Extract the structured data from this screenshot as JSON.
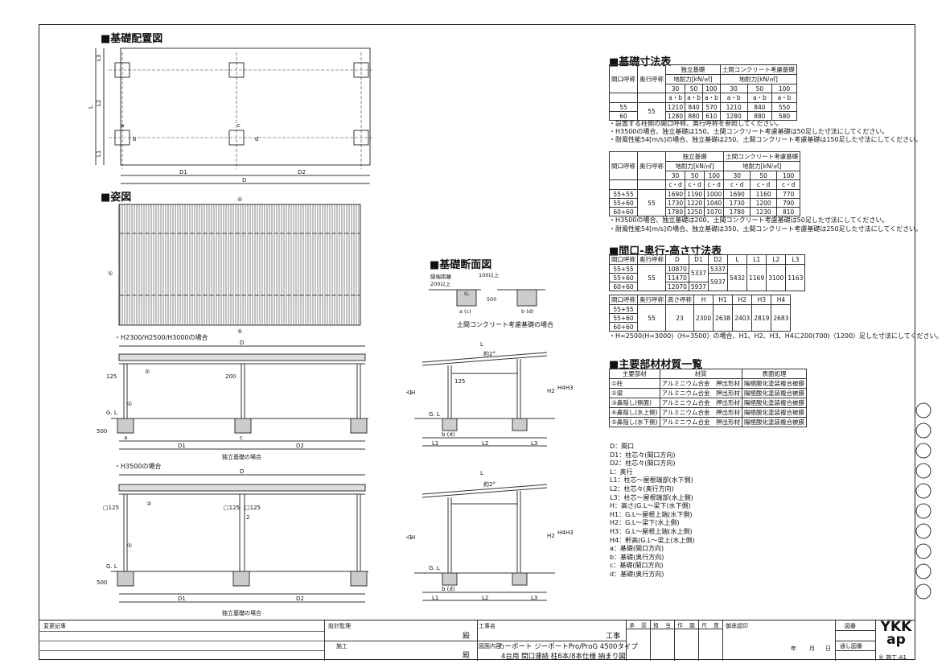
{
  "sections": {
    "foundation_layout": "基礎配置図",
    "elevation": "姿図",
    "foundation_section": "基礎断面図",
    "foundation_dims": "基礎寸法表",
    "opening_dims": "間口-奥行-高さ寸法表",
    "materials": "主要部材材質一覧"
  },
  "layout_labels": {
    "L3": "L3",
    "L2": "L2",
    "L1": "L1",
    "L": "L",
    "a": "a",
    "b": "b",
    "c": "c",
    "d": "d",
    "D1": "D1",
    "D2": "D2",
    "D": "D"
  },
  "elevation_labels": {
    "m1": "①",
    "m4": "④",
    "m5": "⑤",
    "case1": "・H2300/H2500/H3000の場合",
    "case2": "・H3500の場合",
    "dim125": "125",
    "dim200": "200",
    "dim500": "500",
    "sq125": "□125",
    "sq125b": "□125",
    "sq125c": "□125",
    "m2": "②",
    "two": "2",
    "GL": "G.  L",
    "found_case": "独立基礎の場合",
    "found_case2": "独立基礎の場合",
    "D1": "D1",
    "D2": "D2",
    "D": "D",
    "a": "a",
    "c": "c",
    "slope": "約2°",
    "H1": "H1",
    "H": "H",
    "H2": "H2",
    "H4": "H4",
    "H3": "H3",
    "L": "L",
    "L1": "L1",
    "L2": "L2",
    "L3": "L3",
    "bd": "b (d)"
  },
  "section_labels": {
    "edge": "縁端距離",
    "edge2": "200以上",
    "dim100": "100以上",
    "G": "G.",
    "dim500": "500",
    "ac": "a (c)",
    "bd": "b (d)",
    "caption": "土間コンクリート考慮基礎の場合"
  },
  "table1": {
    "h_indep": "独立基礎",
    "h_slab": "土間コンクリート考慮基礎",
    "h_width": "間口呼称",
    "h_depth": "奥行呼称",
    "h_bearing": "地耐力[kN/㎡]",
    "b30": "30",
    "b50": "50",
    "b100": "100",
    "ab": "a・b",
    "rows": [
      {
        "w": "55",
        "v": [
          "1210",
          "840",
          "570",
          "1210",
          "840",
          "550"
        ]
      },
      {
        "w": "60",
        "v": [
          "1280",
          "880",
          "610",
          "1280",
          "880",
          "580"
        ]
      }
    ],
    "depth": "55"
  },
  "notes1": [
    "・設置する柱側の間口呼称、奥行呼称を参照してください。",
    "・H3500の場合、独立基礎は150、土間コンクリート考慮基礎は50足した寸法にしてください。",
    "・耐風性能54[m/s]の場合、独立基礎は250、土間コンクリート考慮基礎は150足した寸法にしてください。"
  ],
  "table2": {
    "cd": "c・d",
    "rows": [
      {
        "w": "55+55",
        "v": [
          "1690",
          "1190",
          "1000",
          "1690",
          "1160",
          "770"
        ]
      },
      {
        "w": "55+60",
        "v": [
          "1730",
          "1220",
          "1040",
          "1730",
          "1200",
          "790"
        ]
      },
      {
        "w": "60+60",
        "v": [
          "1780",
          "1250",
          "1070",
          "1780",
          "1230",
          "810"
        ]
      }
    ],
    "depth": "55"
  },
  "notes2": [
    "・H3500の場合、独立基礎は200、土間コンクリート考慮基礎は50足した寸法にしてください。",
    "・耐風性能54[m/s]の場合、独立基礎は350、土間コンクリート考慮基礎は250足した寸法にしてください。"
  ],
  "table3": {
    "headers": [
      "間口呼称",
      "奥行呼称",
      "D",
      "D1",
      "D2",
      "L",
      "L1",
      "L2",
      "L3"
    ],
    "widths": [
      "55+55",
      "55+60",
      "60+60"
    ],
    "depth": "55",
    "D": [
      "10870",
      "11470",
      "12070"
    ],
    "D1a": "5337",
    "D1b": "5937",
    "D2a": "5337",
    "D2b": "5937",
    "L": "5432",
    "L1": "1169",
    "L2": "3100",
    "L3": "1163"
  },
  "table4": {
    "headers": [
      "間口呼称",
      "奥行呼称",
      "高さ呼称",
      "H",
      "H1",
      "H2",
      "H3",
      "H4"
    ],
    "widths": [
      "55+55",
      "55+60",
      "60+60"
    ],
    "values": [
      "55",
      "23",
      "2300",
      "2638",
      "2403",
      "2819",
      "2683"
    ]
  },
  "notes3": "・H=2500(H=3000)〈H=3500〉の場合、H1、H2、H3、H4に200(700)〈1200〉足した寸法にしてください。",
  "materials": {
    "headers": [
      "主要部材",
      "材質",
      "表面処理"
    ],
    "rows": [
      [
        "①柱",
        "アルミニウム合金　押出形材",
        "陽極酸化塗装複合被膜"
      ],
      [
        "②梁",
        "アルミニウム合金　押出形材",
        "陽極酸化塗装複合被膜"
      ],
      [
        "③鼻隠し(側面)",
        "アルミニウム合金　押出形材",
        "陽極酸化塗装複合被膜"
      ],
      [
        "④鼻隠し(水上側)",
        "アルミニウム合金　押出形材",
        "陽極酸化塗装複合被膜"
      ],
      [
        "⑤鼻隠し(水下側)",
        "アルミニウム合金　押出形材",
        "陽極酸化塗装複合被膜"
      ]
    ]
  },
  "legend": [
    "D：間口",
    "D1：柱芯々(間口方向)",
    "D2：柱芯々(間口方向)",
    "L：奥行",
    "L1：柱芯～屋根端部(水下側)",
    "L2：柱芯々(奥行方向)",
    "L3：柱芯～屋根端部(水上側)",
    "H：高さ(G.L～梁下(水下側)",
    "H1：G.L～屋根上端(水下側)",
    "H2：G.L～梁下(水上側)",
    "H3：G.L～屋根上端(水上側)",
    "H4：軒高(G.L～梁上(水上側)",
    "a：基礎(間口方向)",
    "b：基礎(奥行方向)",
    "c：基礎(間口方向)",
    "d：基礎(奥行方向)"
  ],
  "title_block": {
    "change_log": "変更記事",
    "supervisor": "設計監理",
    "construction": "施工",
    "honor1": "殿",
    "honor2": "殿",
    "project_label": "工事名",
    "project_suffix": "工事",
    "drawing_label": "図面内容",
    "drawing_line1": "カーポート ジーポートPro/ProG 4500タイプ",
    "drawing_line2": "4台用 間口連結 柱6本/8本仕様 納まり図",
    "stamp_labels": [
      "承",
      "認",
      "担",
      "当",
      "作",
      "図",
      "尺",
      "度"
    ],
    "scale": "",
    "approval": "御承認印",
    "year": "年",
    "month": "月",
    "day": "日",
    "drawing_no": "図番",
    "submitted": "通し図番",
    "brand": "YKK ap",
    "ref": "® 施工-A1"
  },
  "colors": {
    "ink": "#111111",
    "line": "#333333",
    "hatch": "#555555"
  }
}
